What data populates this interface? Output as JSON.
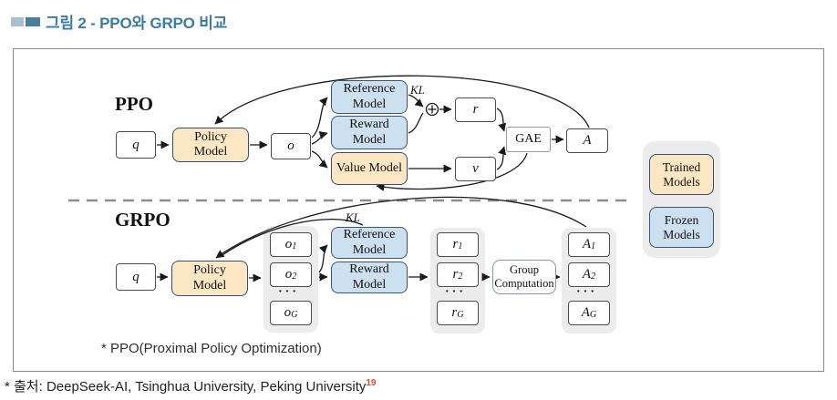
{
  "title": {
    "text": "그림 2 - PPO와 GRPO 비교"
  },
  "colors": {
    "accent_teal": "#3e7ba0",
    "title_bullet_light": "#a9bfcc",
    "title_bullet_dark": "#4a7e9d",
    "trained_fill": "#fbe7c4",
    "frozen_fill": "#cde0f0",
    "container_gray": "#ececec",
    "superscript_red": "#e0502e"
  },
  "ppo": {
    "label": "PPO",
    "q": "q",
    "o": "o",
    "r": "r",
    "v": "v",
    "A": "A",
    "policy_model": "Policy Model",
    "reference_model": "Reference Model",
    "reward_model": "Reward Model",
    "value_model": "Value Model",
    "gae": "GAE",
    "kl": "KL",
    "oplus": "⊕"
  },
  "grpo": {
    "label": "GRPO",
    "q": "q",
    "policy_model": "Policy Model",
    "reference_model": "Reference Model",
    "reward_model": "Reward Model",
    "group_computation": "Group Computation",
    "kl": "KL",
    "ellipsis": "···",
    "outputs": [
      {
        "var": "o",
        "sub": "1"
      },
      {
        "var": "o",
        "sub": "2"
      },
      {
        "var": "o",
        "sub": "G"
      }
    ],
    "rewards": [
      {
        "var": "r",
        "sub": "1"
      },
      {
        "var": "r",
        "sub": "2"
      },
      {
        "var": "r",
        "sub": "G"
      }
    ],
    "advantages": [
      {
        "var": "A",
        "sub": "1"
      },
      {
        "var": "A",
        "sub": "2"
      },
      {
        "var": "A",
        "sub": "G"
      }
    ]
  },
  "legend": {
    "trained": "Trained Models",
    "frozen": "Frozen Models"
  },
  "footnote": "* PPO(Proximal Policy Optimization)",
  "source": {
    "text": "* 출처: DeepSeek-AI, Tsinghua University, Peking University",
    "sup": "19"
  }
}
